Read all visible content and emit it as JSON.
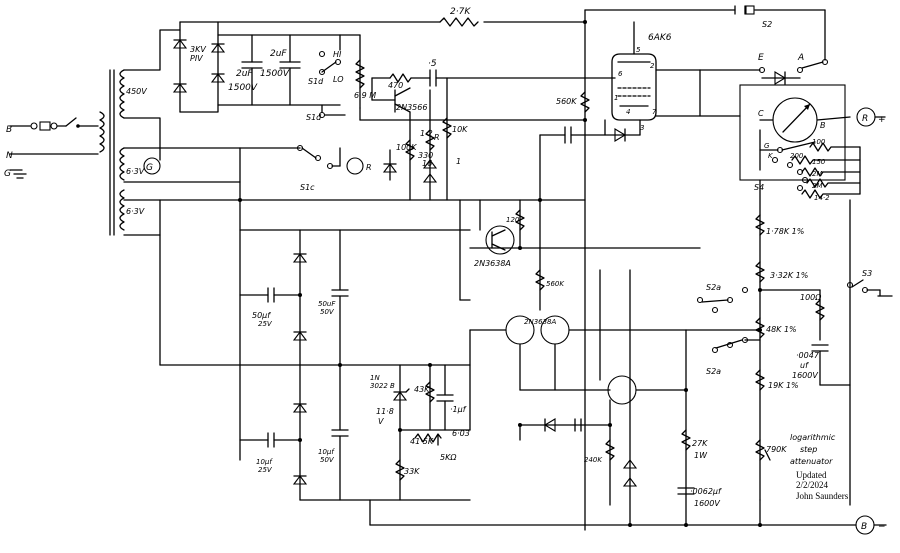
{
  "title": "",
  "labels": {
    "r_2k7": "2·7K",
    "s2": "S2",
    "tube": "6AK6",
    "pin5": "5",
    "pin6": "6",
    "pin2": "2",
    "pin1": "1",
    "pin4": "4",
    "pin7": "7",
    "pin3": "3",
    "v3kv": "3KV",
    "piv": "PIV",
    "c2uf_a": "2uF",
    "c2uf_b": "2uF",
    "v1500_a": "1500V",
    "v1500_b": "1500V",
    "hi": "HI",
    "lo": "LO",
    "s1d_a": "S1d",
    "s1d_b": "S1d",
    "v450": "450V",
    "m69": "6.9 M",
    "r470": "470",
    "c_point5": "·5",
    "q2n3566": "2N3566",
    "r560k_a": "560K",
    "r10k": "10K",
    "r1_2": "1·2",
    "r100k": "100K",
    "r_r": "R",
    "r330": "330",
    "r16": "16",
    "r_1": "1",
    "e_lbl": "E",
    "a_lbl": "A",
    "b_lbl": "B",
    "c_lbl": "C",
    "g_lbl": "G",
    "k_lbl": "K",
    "r_meter": "R",
    "plus": "+",
    "minus": "−",
    "v63_a": "6·3V",
    "v63_b": "6·3V",
    "s1c": "S1c",
    "s4": "S4",
    "r100": "100",
    "r200": "200",
    "r150": "150",
    "r2m_a": "2M",
    "r2m_b": "2M",
    "r14_2": "14·2",
    "q2n3638a": "2N3638A",
    "r120": "120",
    "r560k_b": "560K",
    "q2n3638a_b": "2N3638A",
    "r178k": "1·78K 1%",
    "r332k": "3·32K 1%",
    "r100ohm": "100Ω",
    "s3": "S3",
    "s2a": "S2a",
    "s2a_b": "S2a",
    "r48k": "48K 1%",
    "c0047": "·0047",
    "uf": "uf",
    "v1600_a": "1600V",
    "r19k": "19K 1%",
    "c50uf": "50µf",
    "v25_a": "25V",
    "c50uf_b": "50uF",
    "v50_a": "50V",
    "z1n3022": "1N",
    "z3022b": "3022 B",
    "v11_8": "11·8",
    "v_lbl": "V",
    "r43k": "43K",
    "c_1uf": "·1µf",
    "r41_5k": "41·5K",
    "r_6_03": "6·03",
    "r5kohm": "5KΩ",
    "r33k": "33K",
    "r27k": "27K",
    "w1": "1W",
    "c0062": "·0062µf",
    "v1600_b": "1600V",
    "c10uf_a": "10µf",
    "v25_b": "25V",
    "c10uf_b": "10µf",
    "v50_b": "50V",
    "r240k": "240K",
    "r790k": "790K",
    "note1": "logarithmic",
    "note2": "step",
    "note3": "attenuator",
    "upd1": "Updated",
    "upd2": "2/2/2024",
    "upd3": "John Saunders",
    "b_in": "B",
    "n_in": "N",
    "g_in": "G",
    "g_pilot": "G"
  }
}
